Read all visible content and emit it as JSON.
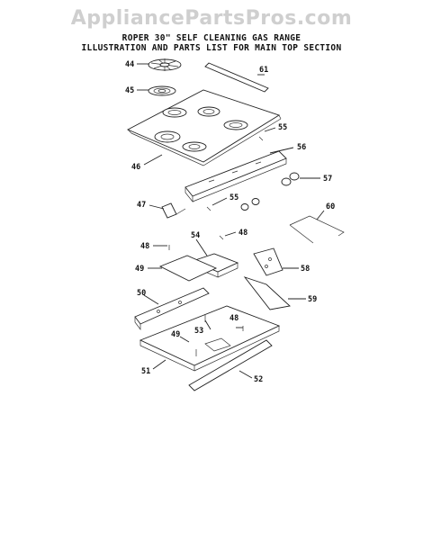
{
  "watermark": "AppliancePartsPros.com",
  "header": {
    "line1": "ROPER 30\" SELF CLEANING GAS RANGE",
    "line2": "ILLUSTRATION AND PARTS LIST FOR MAIN TOP SECTION"
  },
  "callouts": [
    {
      "id": "p44",
      "label": "44"
    },
    {
      "id": "p45",
      "label": "45"
    },
    {
      "id": "p61",
      "label": "61"
    },
    {
      "id": "p55a",
      "label": "55"
    },
    {
      "id": "p56",
      "label": "56"
    },
    {
      "id": "p46",
      "label": "46"
    },
    {
      "id": "p57",
      "label": "57"
    },
    {
      "id": "p47",
      "label": "47"
    },
    {
      "id": "p55b",
      "label": "55"
    },
    {
      "id": "p60",
      "label": "60"
    },
    {
      "id": "p48a",
      "label": "48"
    },
    {
      "id": "p54",
      "label": "54"
    },
    {
      "id": "p48b",
      "label": "48"
    },
    {
      "id": "p49a",
      "label": "49"
    },
    {
      "id": "p58",
      "label": "58"
    },
    {
      "id": "p50",
      "label": "50"
    },
    {
      "id": "p59",
      "label": "59"
    },
    {
      "id": "p53",
      "label": "53"
    },
    {
      "id": "p48c",
      "label": "48"
    },
    {
      "id": "p49b",
      "label": "49"
    },
    {
      "id": "p51",
      "label": "51"
    },
    {
      "id": "p52",
      "label": "52"
    }
  ]
}
